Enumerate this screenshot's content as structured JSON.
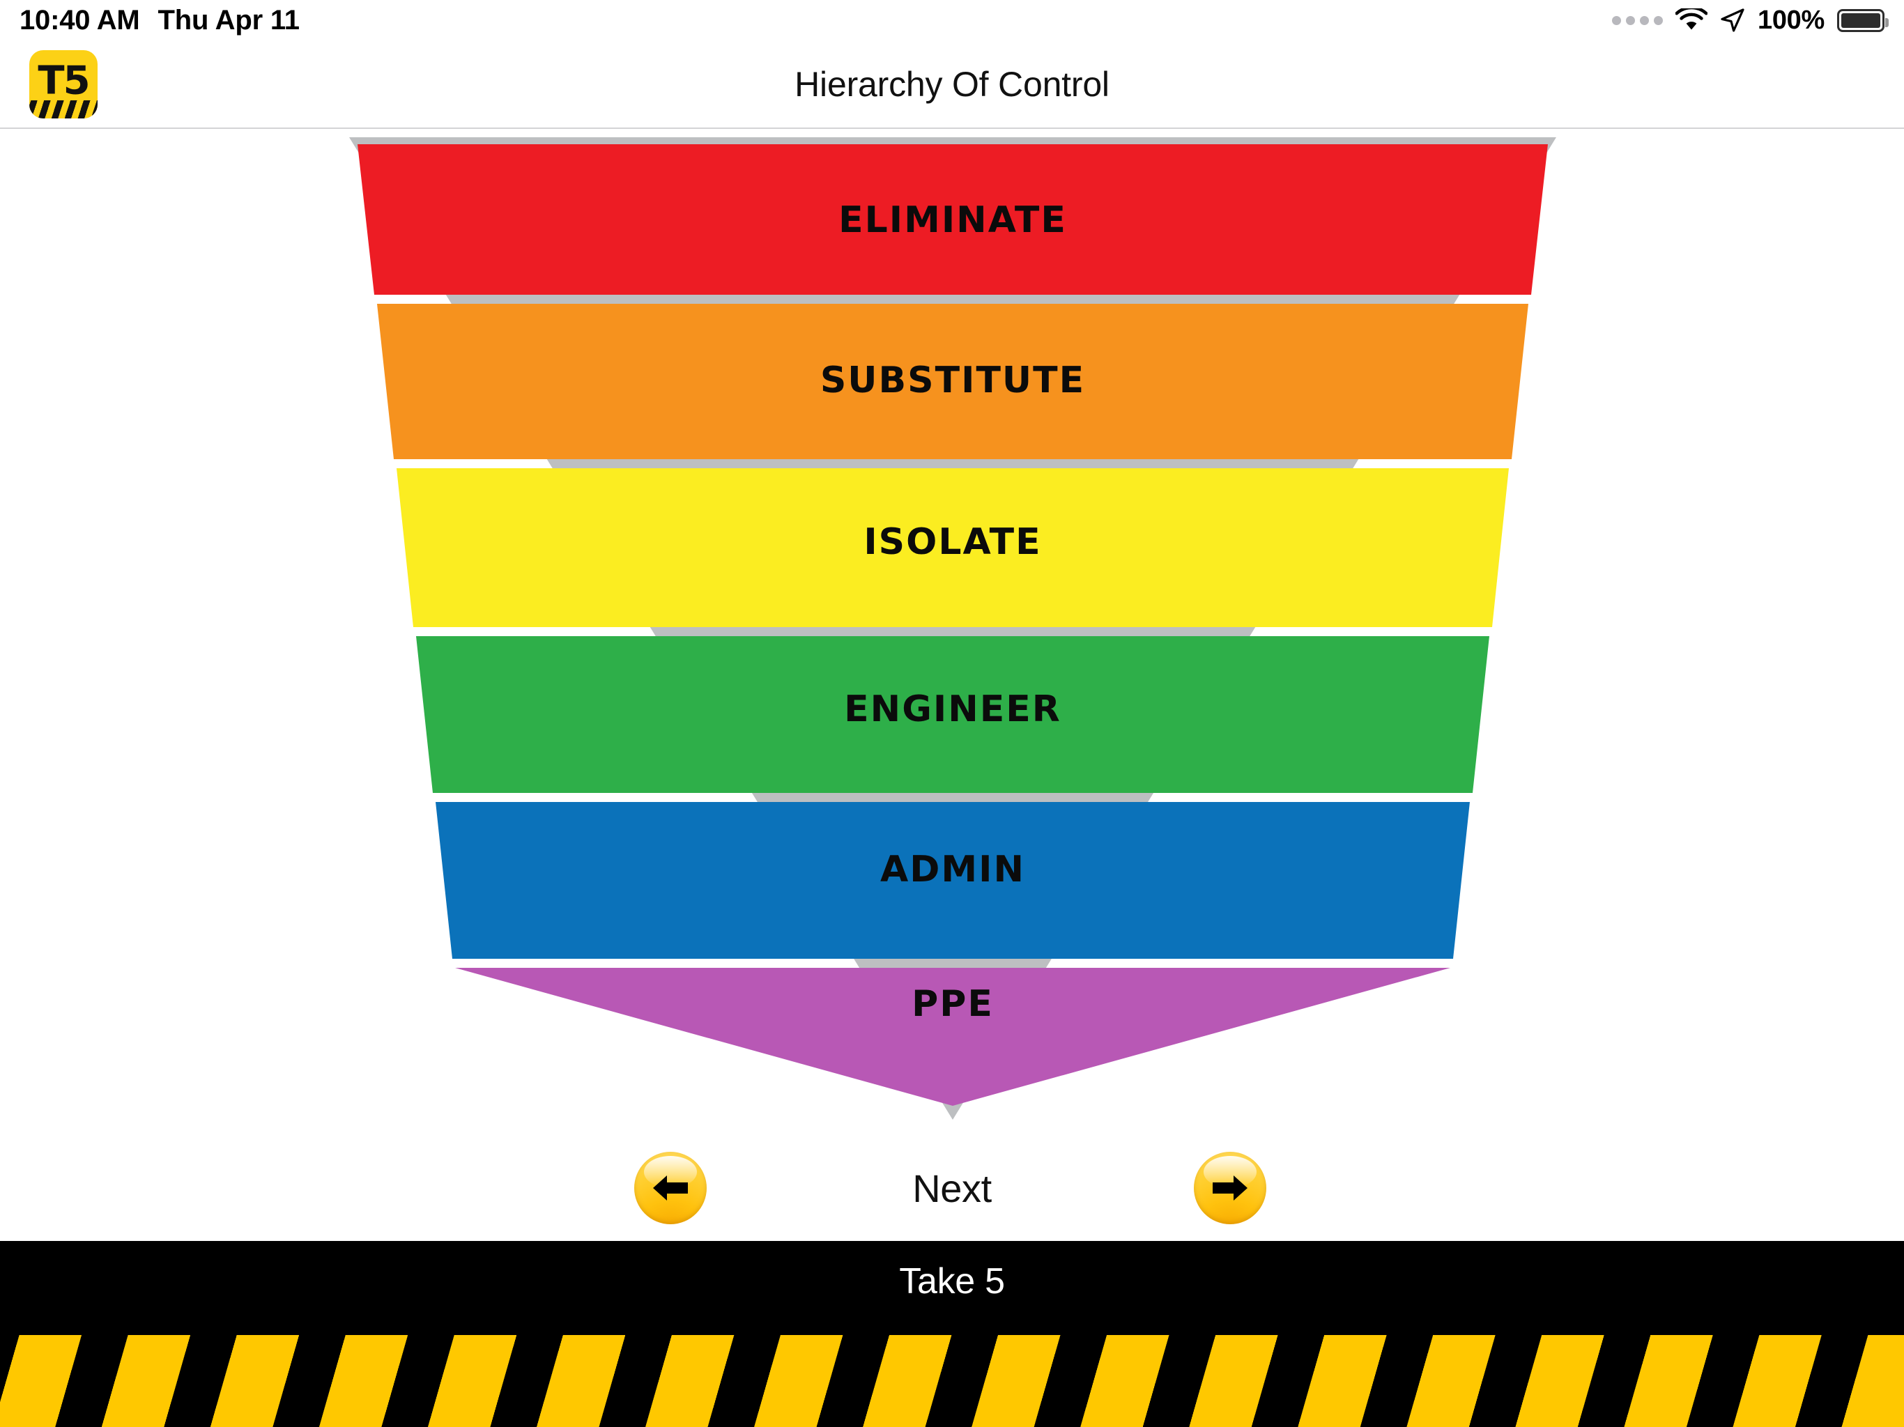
{
  "status_bar": {
    "time": "10:40 AM",
    "date": "Thu Apr 11",
    "battery_percent": "100%",
    "icons": {
      "signal_dots": "signal-dots-icon",
      "wifi": "wifi-icon",
      "location": "location-arrow-icon",
      "battery": "battery-icon"
    }
  },
  "header": {
    "title": "Hierarchy Of Control",
    "logo_text": "T5"
  },
  "funnel": {
    "bands": [
      {
        "label": "ELIMINATE",
        "color": "#ed1c24"
      },
      {
        "label": "SUBSTITUTE",
        "color": "#f6921e"
      },
      {
        "label": "ISOLATE",
        "color": "#fbed21"
      },
      {
        "label": "ENGINEER",
        "color": "#2eaf49"
      },
      {
        "label": "ADMIN",
        "color": "#0b72ba"
      },
      {
        "label": "PPE",
        "color": "#b858b5"
      }
    ],
    "outline_color": "#bdbfc1"
  },
  "nav": {
    "back_label": "back-arrow",
    "next_label": "Next",
    "forward_label": "forward-arrow"
  },
  "footer": {
    "title": "Take 5",
    "hazard_yellow": "#ffc800",
    "hazard_black": "#000000"
  }
}
